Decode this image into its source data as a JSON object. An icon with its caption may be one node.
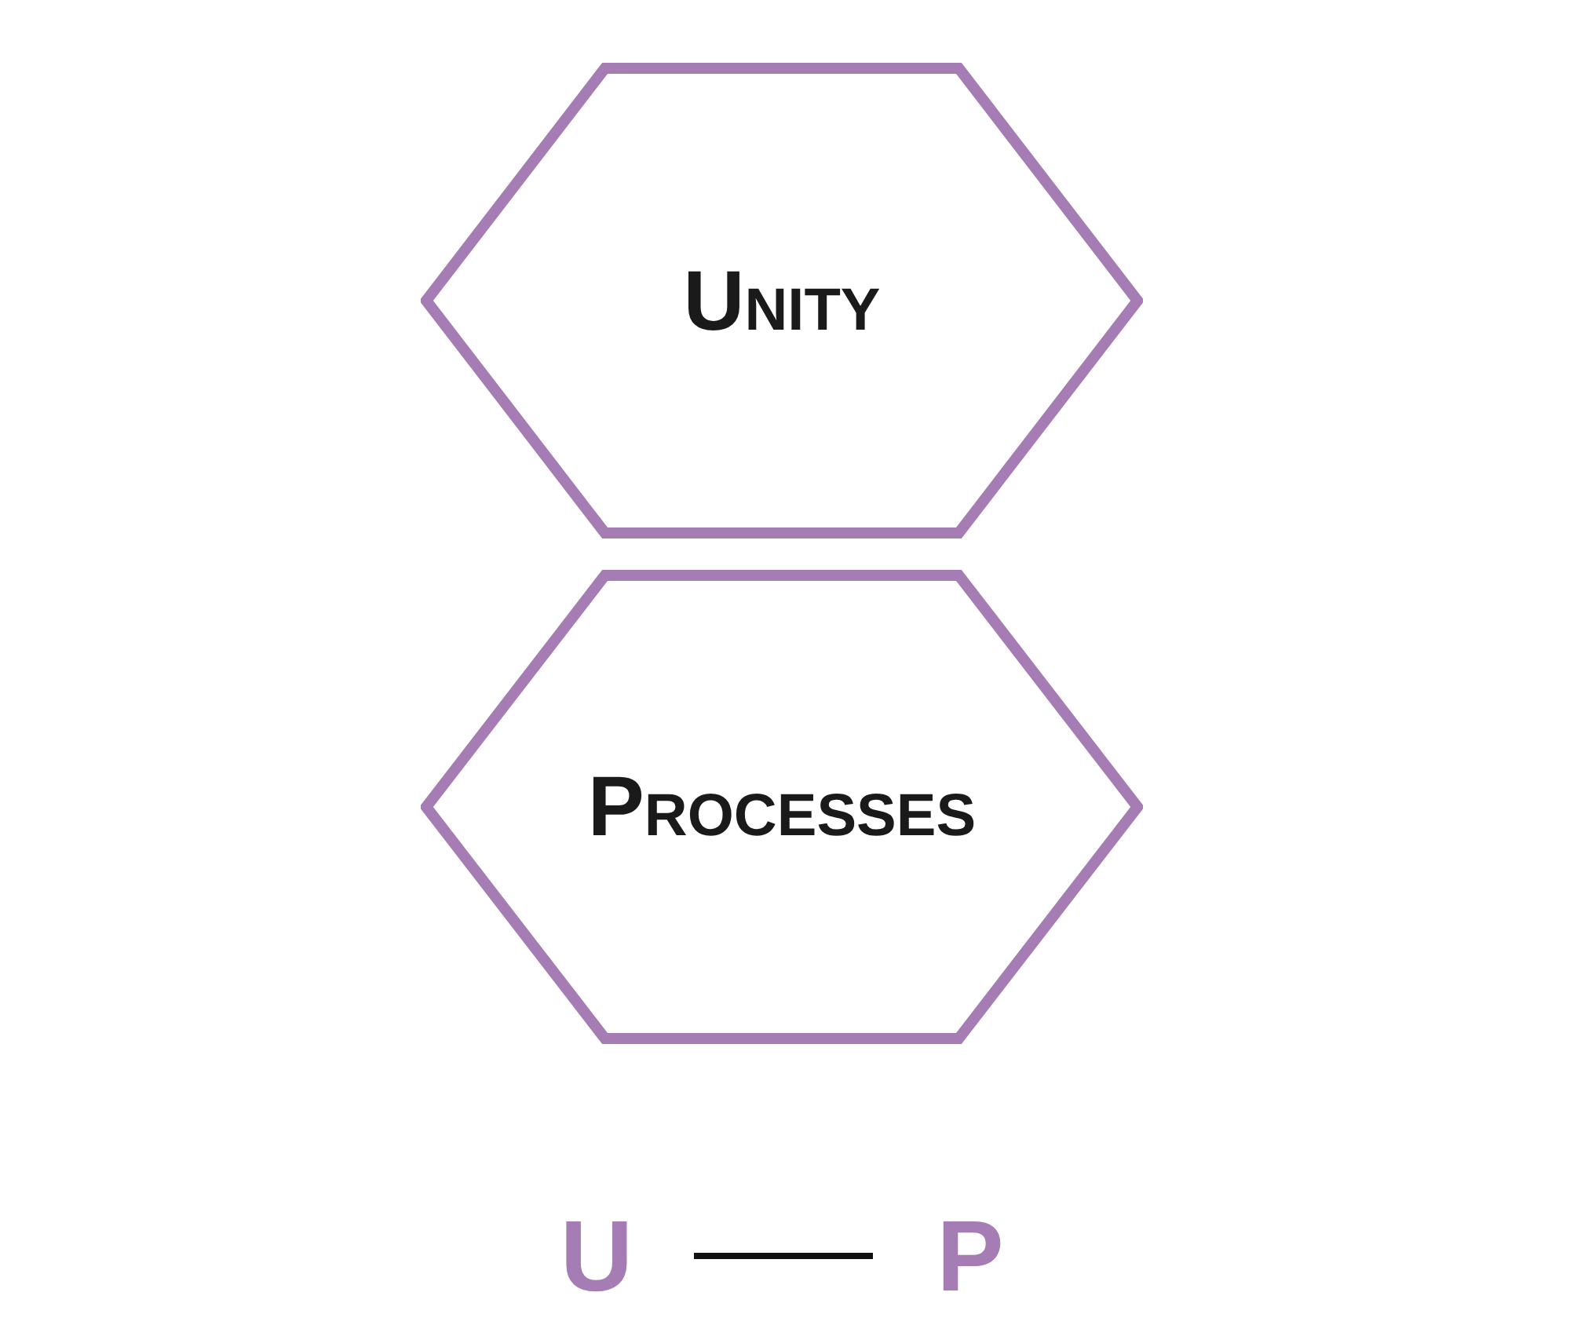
{
  "diagram": {
    "nodes": [
      {
        "text": [
          "Unity"
        ]
      },
      {
        "text": [
          "Processes"
        ]
      },
      {
        "text": [
          "U"
        ]
      },
      {
        "text": [
          "P"
        ]
      }
    ],
    "edges": [
      {
        "from": 2,
        "to": 3,
        "arrow": "none"
      }
    ]
  }
}
